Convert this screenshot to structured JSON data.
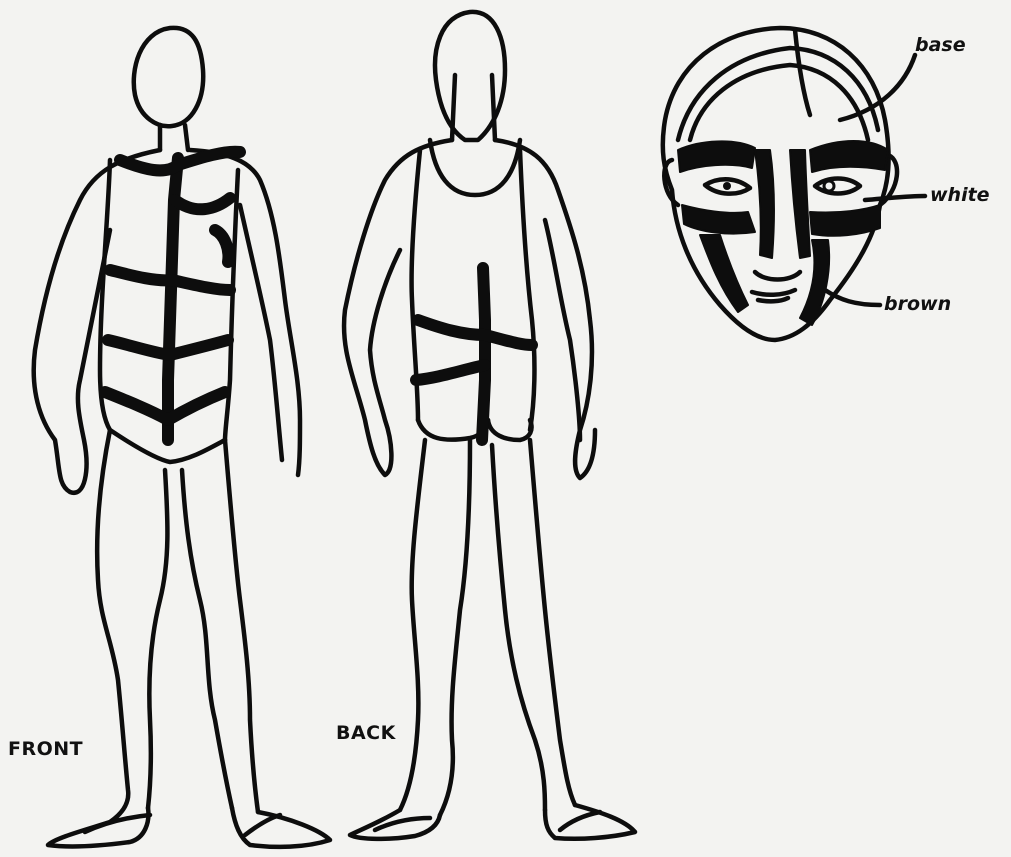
{
  "views": {
    "front_label": "FRONT",
    "back_label": "BACK"
  },
  "makeup_callouts": {
    "base": "base",
    "white": "white",
    "brown": "brown"
  },
  "colors": {
    "ink": "#0d0d0d",
    "paper": "#f3f3f1"
  }
}
